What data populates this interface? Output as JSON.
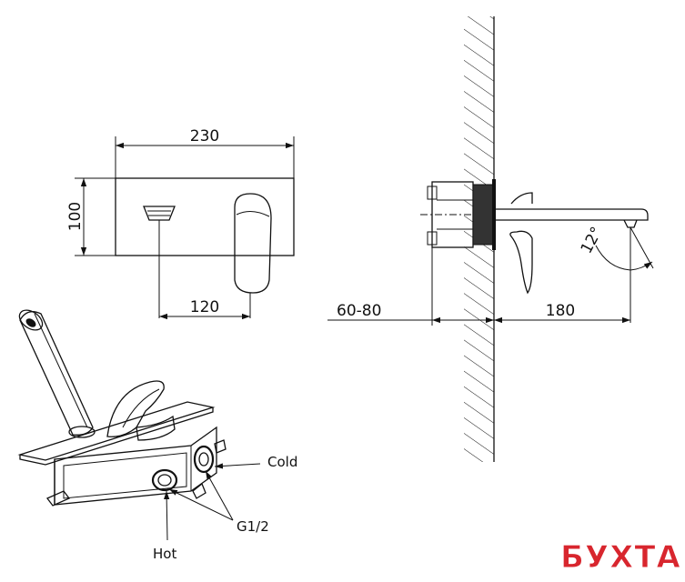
{
  "front_view": {
    "width_dim": "230",
    "height_dim": "100",
    "spacing_dim": "120"
  },
  "side_view": {
    "wall_depth_dim": "60-80",
    "spout_dim": "180",
    "angle_dim": "12°"
  },
  "iso_view": {
    "cold_label": "Cold",
    "connection_label": "G1/2",
    "hot_label": "Hot"
  },
  "brand": {
    "watermark": "БУХТА",
    "color": "#d8262e"
  }
}
